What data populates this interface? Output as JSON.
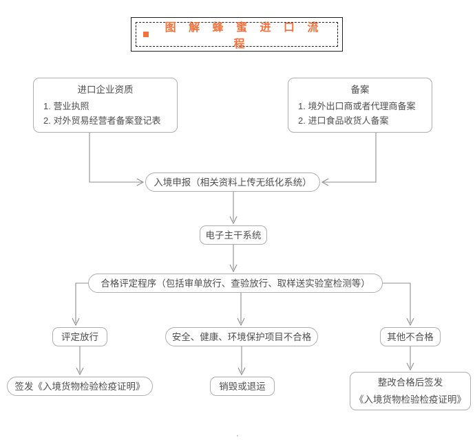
{
  "title": {
    "text": "图 解 蜂 蜜 进 口 流 程",
    "bullet_color": "#f4713b",
    "text_color": "#f4713b",
    "border_color": "#1d1d1d"
  },
  "theme": {
    "node_border": "#adadad",
    "line_color": "#8c8c8c",
    "text_color": "#4f4f4f",
    "background": "#ffffff"
  },
  "chart_data": {
    "type": "diagram",
    "title": "图 解 蜂 蜜 进 口 流 程",
    "nodes": [
      {
        "id": "qualification",
        "label": "进口企业资质",
        "items": [
          "1. 营业执照",
          "2. 对外贸易经营者备案登记表"
        ]
      },
      {
        "id": "record",
        "label": "备案",
        "items": [
          "1. 境外出口商或者代理商备案",
          "2. 进口食品收货人备案"
        ]
      },
      {
        "id": "declaration",
        "label": "入境申报（相关资料上传无纸化系统）",
        "items": []
      },
      {
        "id": "backbone",
        "label": "电子主干系统",
        "items": []
      },
      {
        "id": "evaluation",
        "label": "合格评定程序（包括审单放行、查验放行、取样送实验室检测等）",
        "items": []
      },
      {
        "id": "pass",
        "label": "评定放行",
        "items": []
      },
      {
        "id": "fail_safety",
        "label": "安全、健康、环境保护项目不合格",
        "items": []
      },
      {
        "id": "fail_other",
        "label": "其他不合格",
        "items": []
      },
      {
        "id": "issue_cert",
        "label": "签发《入境货物检验检疫证明》",
        "items": []
      },
      {
        "id": "destroy",
        "label": "销毁或退运",
        "items": []
      },
      {
        "id": "rectify",
        "label": "整改合格后签发",
        "items": [
          "《入境货物检验检疫证明》"
        ]
      }
    ],
    "edges": [
      {
        "from": "qualification",
        "to": "declaration"
      },
      {
        "from": "record",
        "to": "declaration"
      },
      {
        "from": "declaration",
        "to": "backbone"
      },
      {
        "from": "backbone",
        "to": "evaluation"
      },
      {
        "from": "evaluation",
        "to": "pass"
      },
      {
        "from": "evaluation",
        "to": "fail_safety"
      },
      {
        "from": "evaluation",
        "to": "fail_other"
      },
      {
        "from": "pass",
        "to": "issue_cert"
      },
      {
        "from": "fail_safety",
        "to": "destroy"
      },
      {
        "from": "fail_other",
        "to": "rectify"
      }
    ]
  },
  "nodes": {
    "qualification": {
      "heading": "进口企业资质",
      "item1": "1. 营业执照",
      "item2": "2. 对外贸易经营者备案登记表"
    },
    "record": {
      "heading": "备案",
      "item1": "1. 境外出口商或者代理商备案",
      "item2": "2. 进口食品收货人备案"
    },
    "declaration": {
      "label": "入境申报（相关资料上传无纸化系统）"
    },
    "backbone": {
      "label": "电子主干系统"
    },
    "evaluation": {
      "label": "合格评定程序（包括审单放行、查验放行、取样送实验室检测等）"
    },
    "pass": {
      "label": "评定放行"
    },
    "fail_safety": {
      "label": "安全、健康、环境保护项目不合格"
    },
    "fail_other": {
      "label": "其他不合格"
    },
    "issue_cert": {
      "label": "签发《入境货物检验检疫证明》"
    },
    "destroy": {
      "label": "销毁或退运"
    },
    "rectify": {
      "line1": "整改合格后签发",
      "line2": "《入境货物检验检疫证明》"
    }
  }
}
